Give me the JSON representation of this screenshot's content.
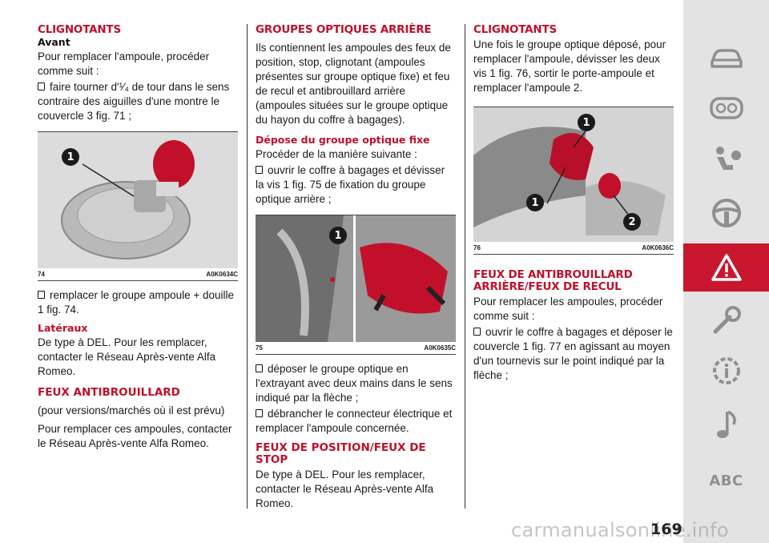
{
  "col1": {
    "h_clignotants": "CLIGNOTANTS",
    "h_avant": "Avant",
    "p_intro": "Pour remplacer l'ampoule, procéder comme suit :",
    "b1": "faire tourner d'¹⁄₄ de tour dans le sens contraire des aiguilles d'une montre le couvercle 3 fig. 71  ;",
    "fig_num": "74",
    "fig_code": "A0K0634C",
    "fig_callout": "1",
    "b2": "remplacer le groupe ampoule + douille 1 fig. 74.",
    "h_lateraux": "Latéraux",
    "p_lateraux": "De type à DEL. Pour les remplacer, contacter le Réseau Après-vente Alfa Romeo.",
    "h_feux": "FEUX ANTIBROUILLARD",
    "p_feux1": "(pour versions/marchés où il est prévu)",
    "p_feux2": "Pour remplacer ces ampoules, contacter le Réseau Après-vente Alfa Romeo."
  },
  "col2": {
    "h_groupes": "GROUPES OPTIQUES ARRIÈRE",
    "p_groupes": "Ils contiennent les ampoules des feux de position, stop, clignotant (ampoules présentes sur groupe optique fixe) et feu de recul et antibrouillard arrière (ampoules situées sur le groupe optique du hayon du coffre à bagages).",
    "h_depose": "Dépose du groupe optique fixe",
    "p_depose": "Procéder de la manière suivante :",
    "b1": "ouvrir le coffre à bagages et dévisser la vis 1 fig. 75 de fixation du groupe optique arrière ;",
    "fig_num": "75",
    "fig_code": "A0K0635C",
    "fig_callout": "1",
    "b2": "déposer le groupe optique en l'extrayant avec deux mains dans le sens indiqué par la flèche ;",
    "b3": "débrancher le connecteur électrique et remplacer l'ampoule concernée.",
    "h_position": "FEUX DE POSITION/FEUX DE STOP",
    "p_position": "De type à DEL. Pour les remplacer, contacter le Réseau Après-vente Alfa Romeo."
  },
  "col3": {
    "h_clignotants": "CLIGNOTANTS",
    "p_clignotants": "Une fois le groupe optique déposé, pour remplacer l'ampoule, dévisser les deux vis 1 fig. 76, sortir le porte-ampoule et remplacer l'ampoule 2.",
    "fig_num": "76",
    "fig_code": "A0K0636C",
    "fig_callout1": "1",
    "fig_callout1b": "1",
    "fig_callout2": "2",
    "h_antibrouillard": "FEUX DE ANTIBROUILLARD ARRIÈRE/FEUX DE RECUL",
    "p_antibrouillard": "Pour remplacer les ampoules, procéder comme suit :",
    "b1": "ouvrir le coffre à bagages et déposer le couvercle 1 fig. 77 en agissant au moyen d'un tournevis sur le point indiqué par la flèche ;"
  },
  "sidebar": {
    "items": [
      {
        "icon": "car-icon"
      },
      {
        "icon": "dashboard-icon"
      },
      {
        "icon": "airbag-seat-icon"
      },
      {
        "icon": "steering-wheel-icon"
      },
      {
        "icon": "warning-triangle-icon",
        "active": true
      },
      {
        "icon": "wrench-icon"
      },
      {
        "icon": "info-gear-icon"
      },
      {
        "icon": "music-note-icon"
      }
    ],
    "abc_label": "ABC"
  },
  "page_number": "169",
  "watermark": "carmanualsonline.info",
  "colors": {
    "accent_red": "#c0102a",
    "sidebar_active": "#c8172f",
    "sidebar_bg": "#e3e3e3"
  }
}
